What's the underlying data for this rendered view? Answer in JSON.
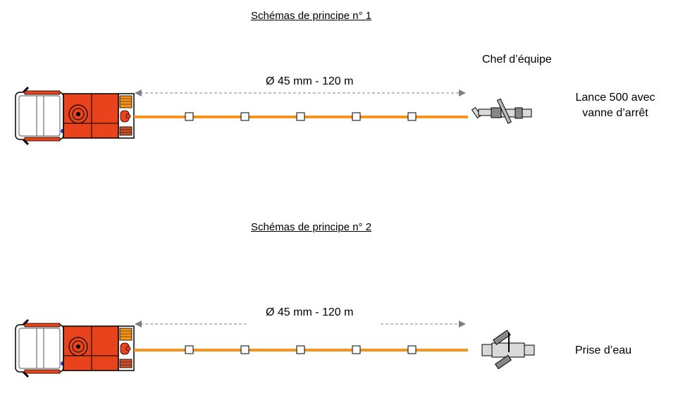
{
  "diagram1": {
    "title": "Schémas de principe n° 1",
    "dimension": "Ø 45 mm - 120 m",
    "operator": "Chef d’équipe",
    "equipment_line1": "Lance 500 avec",
    "equipment_line2": "vanne d’arrêt"
  },
  "diagram2": {
    "title": "Schémas de principe n° 2",
    "dimension": "Ø 45 mm - 120 m",
    "equipment": "Prise d’eau"
  },
  "colors": {
    "hose": "#f7941d",
    "truck_body": "#e8431c",
    "truck_cab": "#ffffff",
    "arrow": "#808080",
    "fitting": "#d9d9d9"
  },
  "icons": [
    "fire-truck-icon",
    "nozzle-icon",
    "hydrant-icon"
  ]
}
